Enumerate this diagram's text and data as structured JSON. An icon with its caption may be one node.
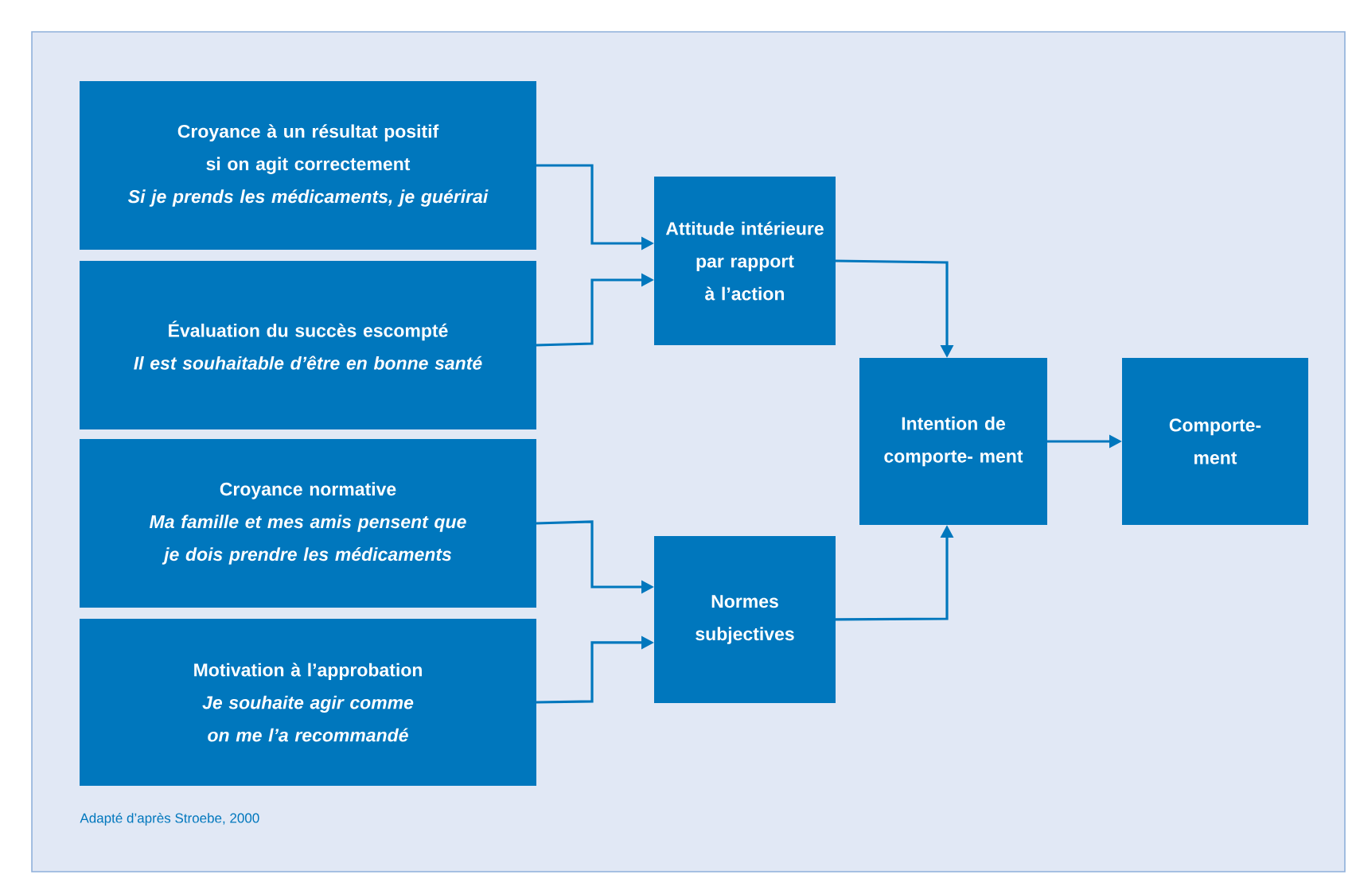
{
  "diagram": {
    "caption": "Adapté d’après Stroebe, 2000",
    "nodes": [
      {
        "text": [
          "Croyance à un résultat positif si on agit correctement",
          "Si je prends les médicaments, je guérirai"
        ]
      },
      {
        "text": [
          "Évaluation du succès escompté",
          "Il est souhaitable d’être en bonne santé"
        ]
      },
      {
        "text": [
          "Croyance normative",
          "Ma famille et mes amis pensent que je dois prendre les médicaments"
        ]
      },
      {
        "text": [
          "Motivation à l’approbation",
          "Je souhaite agir comme on me l’a recommandé"
        ]
      },
      {
        "text": [
          "Attitude intérieure par rapport à l’action"
        ]
      },
      {
        "text": [
          "Normes subjectives"
        ]
      },
      {
        "text": [
          "Intention de comporte- ment"
        ]
      },
      {
        "text": [
          "Comporte- ment"
        ]
      }
    ],
    "edges": [
      {
        "from": 0,
        "to": 4,
        "arrow": "to"
      },
      {
        "from": 1,
        "to": 4,
        "arrow": "to"
      },
      {
        "from": 2,
        "to": 5,
        "arrow": "to"
      },
      {
        "from": 3,
        "to": 5,
        "arrow": "to"
      },
      {
        "from": 4,
        "to": 6,
        "arrow": "to"
      },
      {
        "from": 5,
        "to": 6,
        "arrow": "to"
      },
      {
        "from": 6,
        "to": 7,
        "arrow": "to"
      }
    ]
  }
}
